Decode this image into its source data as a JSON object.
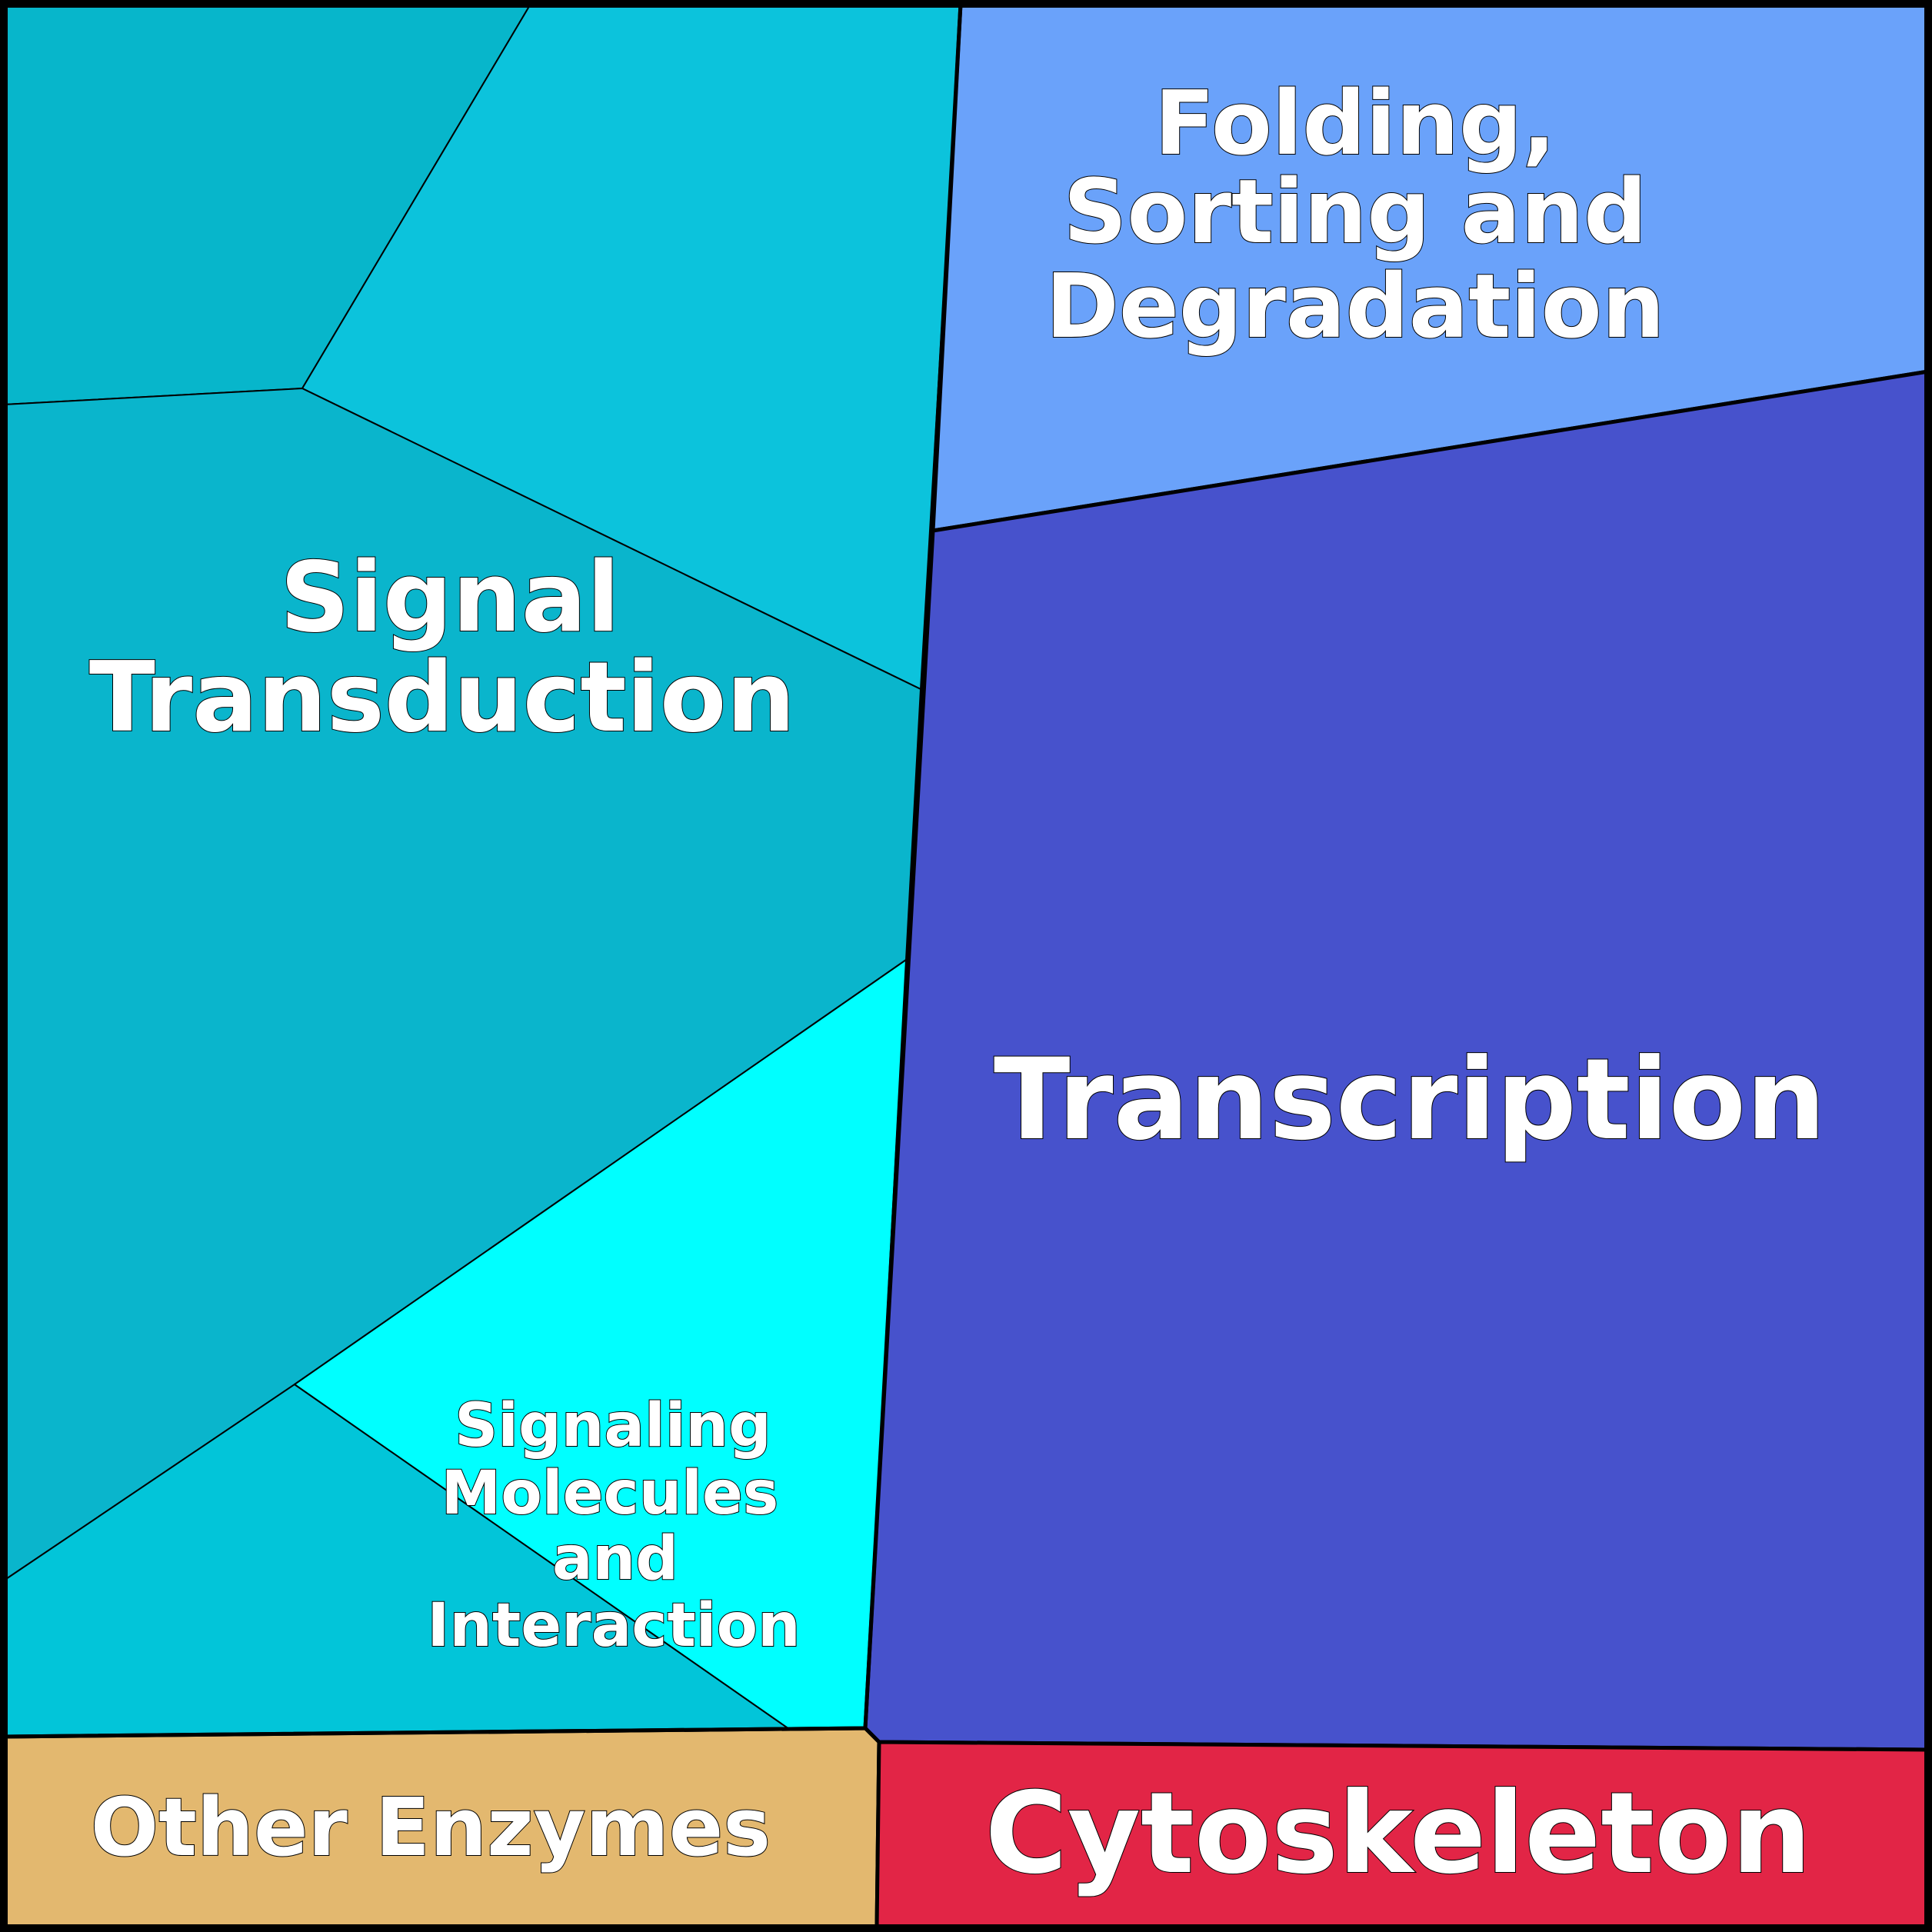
{
  "diagram": {
    "type": "voronoi-treemap",
    "regions": [
      {
        "id": "signal-transduction",
        "label_lines": [
          "Signal",
          "Transduction"
        ],
        "color": "#0ab5cc"
      },
      {
        "id": "signaling-molecules",
        "label_lines": [
          "Signaling",
          "Molecules",
          "and",
          "Interaction"
        ],
        "color": "#00ffff"
      },
      {
        "id": "folding-sorting",
        "label_lines": [
          "Folding,",
          "Sorting and",
          "Degradation"
        ],
        "color": "#6aa2fa"
      },
      {
        "id": "transcription",
        "label_lines": [
          "Transcription"
        ],
        "color": "#4752cc"
      },
      {
        "id": "other-enzymes",
        "label_lines": [
          "Other Enzymes"
        ],
        "color": "#e3b86f"
      },
      {
        "id": "cytoskeleton",
        "label_lines": [
          "Cytoskeleton"
        ],
        "color": "#e22546"
      }
    ],
    "subcell_colors": {
      "top_left": "#07b6cb",
      "top_mid": "#0cc3dc",
      "bottom_left": "#02c5d9"
    }
  }
}
